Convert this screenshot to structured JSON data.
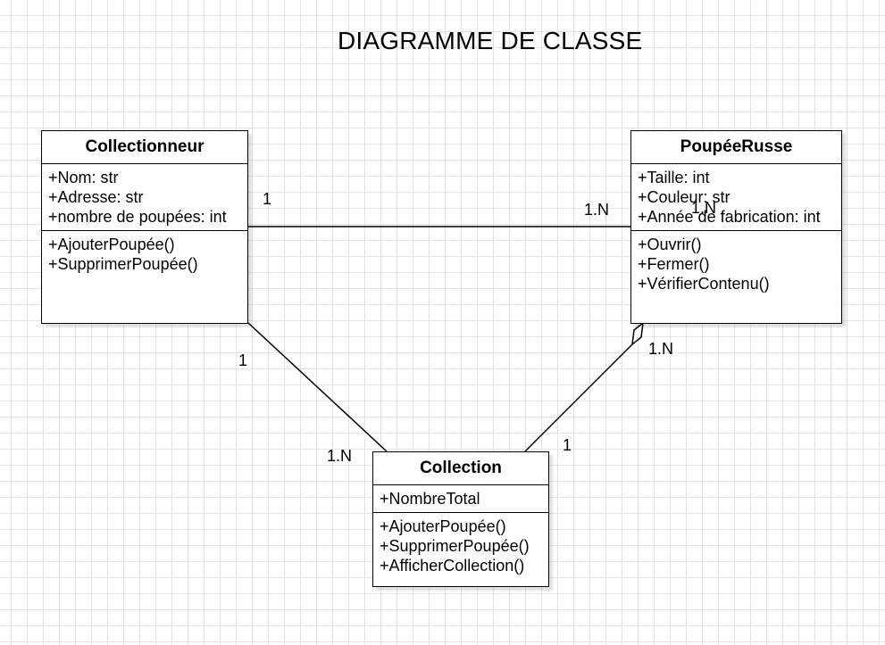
{
  "title": "DIAGRAMME DE CLASSE",
  "classes": {
    "collectionneur": {
      "name": "Collectionneur",
      "attributes": [
        "+Nom: str",
        "+Adresse: str",
        "+nombre de poupées: int"
      ],
      "methods": [
        "+AjouterPoupée()",
        "+SupprimerPoupée()"
      ]
    },
    "poupee_russe": {
      "name": "PoupéeRusse",
      "attributes": [
        "+Taille: int",
        "+Couleur: str",
        "+Année de fabrication: int"
      ],
      "methods": [
        "+Ouvrir()",
        "+Fermer()",
        "+VérifierContenu()"
      ]
    },
    "collection": {
      "name": "Collection",
      "attributes": [
        "+NombreTotal"
      ],
      "methods": [
        "+AjouterPoupée()",
        "+SupprimerPoupée()",
        "+AfficherCollection()"
      ]
    }
  },
  "associations": {
    "collectionneur_poupee": {
      "from_mult": "1",
      "to_mult": "1.N",
      "to_mult_overlap": "1.N"
    },
    "collectionneur_collection": {
      "from_mult": "1",
      "to_mult": "1.N"
    },
    "collection_poupee": {
      "from_mult": "1",
      "to_mult": "1.N",
      "kind": "aggregation"
    }
  }
}
